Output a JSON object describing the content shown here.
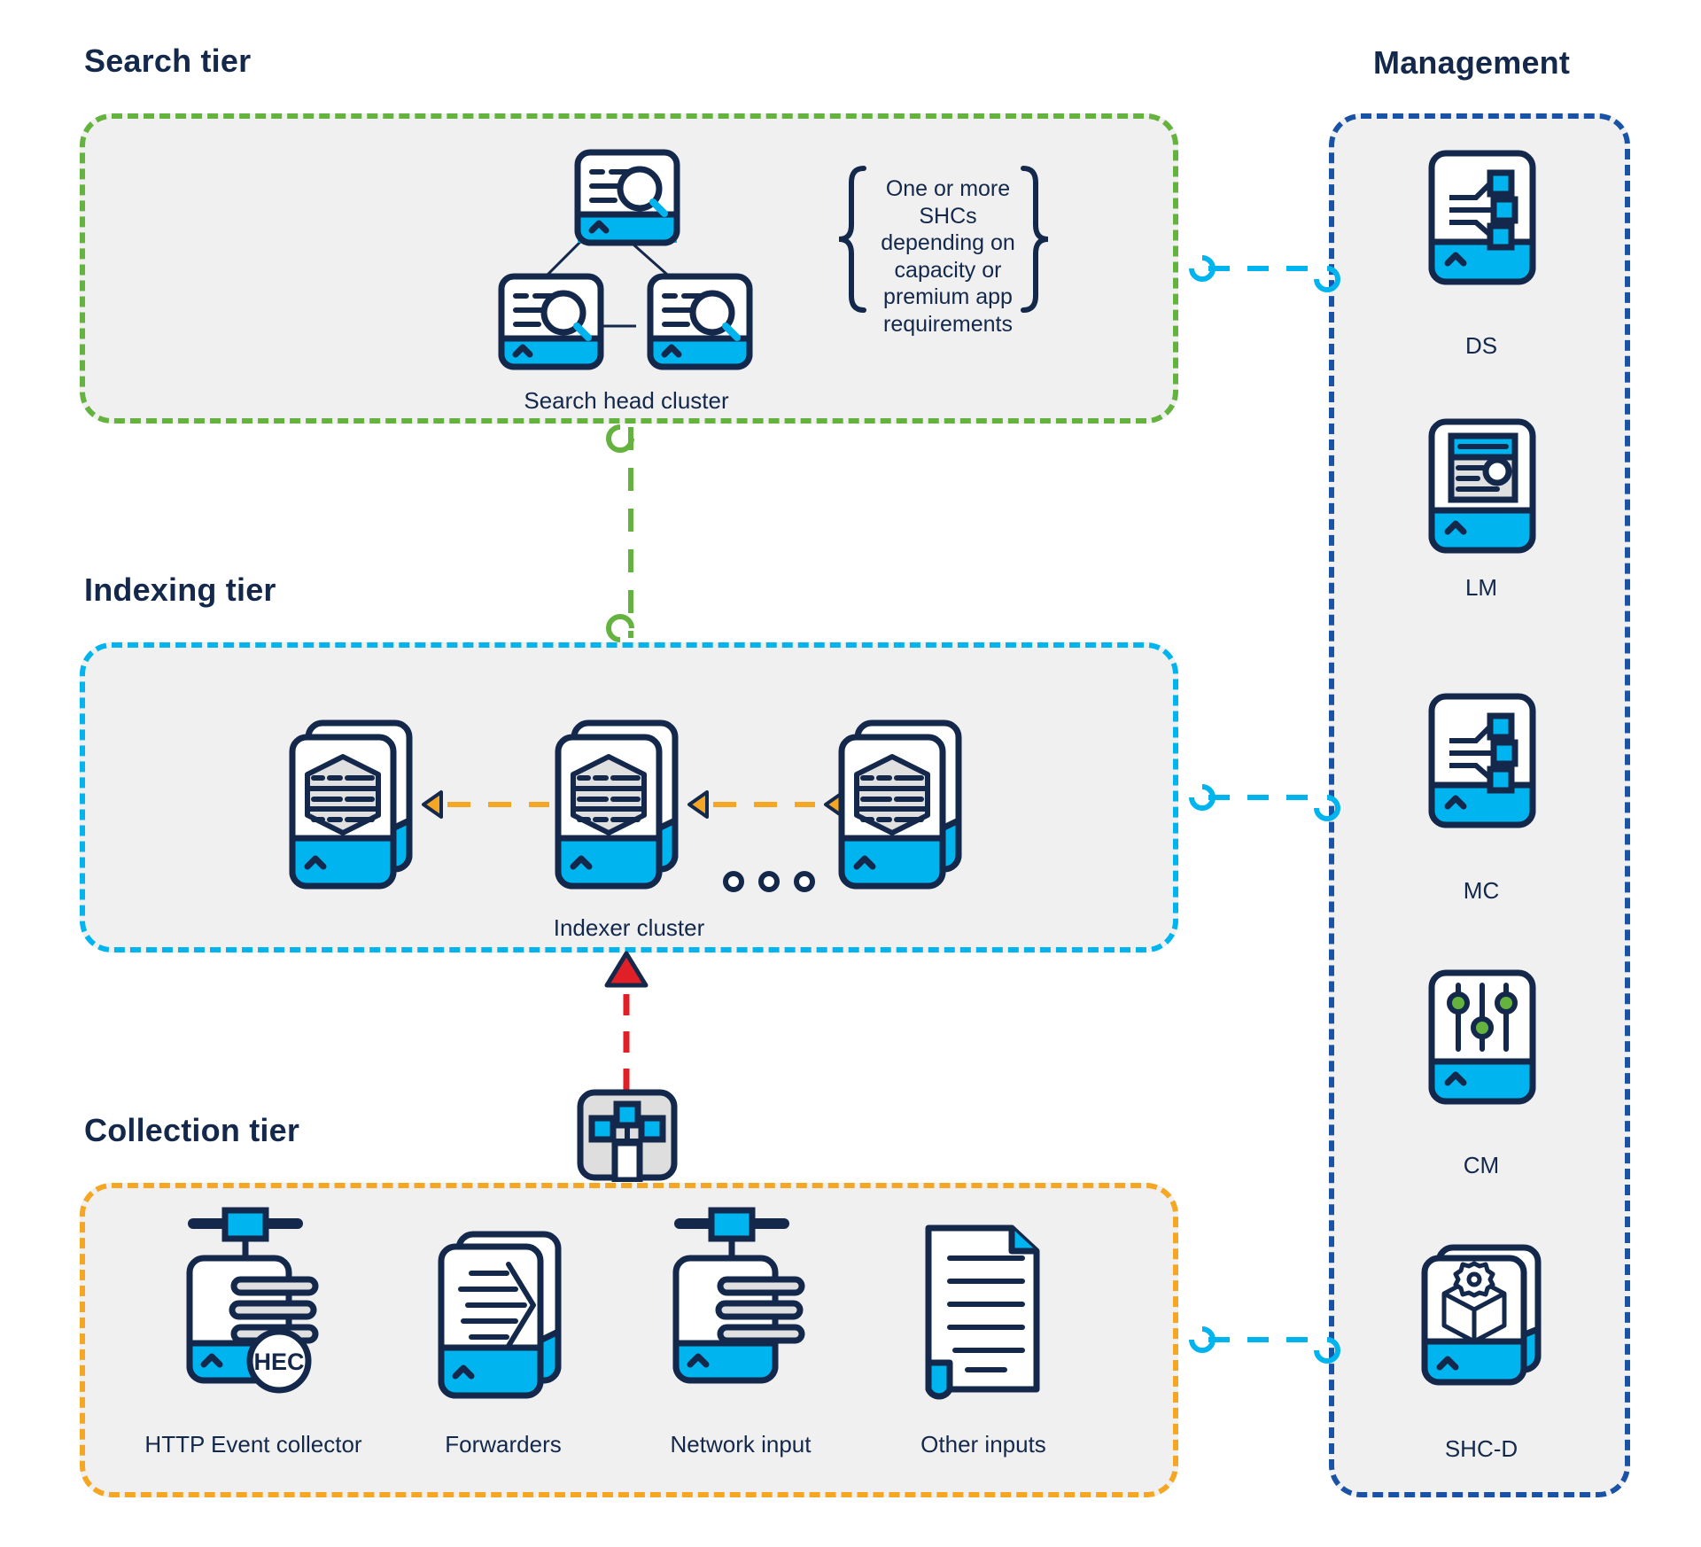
{
  "diagram": {
    "title_search": "Search tier",
    "title_indexing": "Indexing tier",
    "title_collection": "Collection tier",
    "title_management": "Management",
    "colors": {
      "search_border": "#65b33f",
      "indexing_border": "#00b5ef",
      "collection_border": "#f5a623",
      "management_border": "#1a53a5",
      "panel_fill": "#f0f0f0",
      "ink": "#13284b",
      "accent_cyan": "#00b5ef",
      "accent_orange": "#f5a623",
      "accent_red": "#e01f26",
      "accent_green": "#65b33f"
    }
  },
  "search_tier": {
    "cluster_label": "Search head cluster",
    "annotation": "One or more\nSHCs\ndepending on\ncapacity or\npremium app\nrequirements",
    "nodes": [
      {
        "name": "search-head-top",
        "icon": "search-head-icon"
      },
      {
        "name": "search-head-left",
        "icon": "search-head-icon"
      },
      {
        "name": "search-head-right",
        "icon": "search-head-icon"
      }
    ]
  },
  "indexing_tier": {
    "cluster_label": "Indexer cluster",
    "nodes": [
      {
        "name": "indexer-1",
        "icon": "indexer-icon"
      },
      {
        "name": "indexer-2",
        "icon": "indexer-icon"
      },
      {
        "name": "indexer-3",
        "icon": "indexer-icon"
      }
    ],
    "ellipsis": "∘ ∘ ∘"
  },
  "collection_tier": {
    "items": [
      {
        "label": "HTTP Event collector",
        "icon": "hec-icon",
        "badge": "HEC"
      },
      {
        "label": "Forwarders",
        "icon": "forwarder-icon"
      },
      {
        "label": "Network input",
        "icon": "network-input-icon"
      },
      {
        "label": "Other inputs",
        "icon": "document-icon"
      }
    ]
  },
  "management": {
    "items": [
      {
        "label": "DS",
        "icon": "deployment-server-icon"
      },
      {
        "label": "LM",
        "icon": "license-manager-icon"
      },
      {
        "label": "MC",
        "icon": "monitoring-console-icon"
      },
      {
        "label": "CM",
        "icon": "cluster-manager-icon"
      },
      {
        "label": "SHC-D",
        "icon": "shc-deployer-icon"
      }
    ]
  }
}
